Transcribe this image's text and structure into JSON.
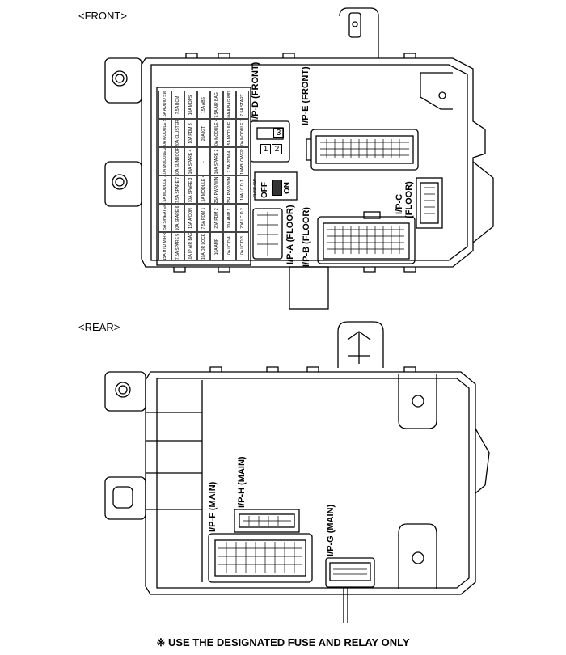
{
  "views": {
    "front_label": "<FRONT>",
    "rear_label": "<REAR>"
  },
  "front_connectors": {
    "ip_d": "I/P-D (FRONT)",
    "ip_e": "I/P-E (FRONT)",
    "ip_c_line1": "I/P-C",
    "ip_c_line2": "(FLOOR)",
    "ip_a": "I/P-A (FLOOR)",
    "ip_b": "I/P-B (FLOOR)"
  },
  "relay_pins": [
    "1",
    "2",
    "3"
  ],
  "fuse_switch": {
    "title": "FUSE SW",
    "off": "OFF",
    "on": "ON"
  },
  "fuses": [
    [
      "7.5A AUDIO SW",
      "10A MODULE 5",
      "10A MODULE 2",
      "7.5A MODULE 7",
      "7.5A S/HEATER",
      "15A HTD MIRR"
    ],
    [
      "7.5A BCM",
      "20A CLUSTER",
      "10A SUNROOF",
      "7.5A SPARE 7",
      "10A SPARE 6",
      "7.5A SPARE 5"
    ],
    [
      "10A MDPS",
      "10A PDM 3",
      "10A SPARE 4",
      "10A SPARE 3",
      "15A A/CON",
      "10A IP AIR BAG"
    ],
    [
      "15A ABS",
      "20A IGT",
      "-",
      "7.5A MODULE 4",
      "7.5A PDM 1",
      "10A DR LOCK"
    ],
    [
      "7.5A AIR BAG",
      "10A MODULE 4",
      "10A SPARE 2",
      "25A PWR/WIN",
      "20A PDM 2",
      "10A AMP"
    ],
    [
      "10A A/BAG IND",
      "7.5A MODULE 1",
      "7.5A PDM 4",
      "25A PWR/WIN",
      "10A AMP 1",
      "10A I.C.D 4"
    ],
    [
      "7.5A START",
      "10A MODULE 3",
      "10A BLOWER",
      "10A I.C.D 1",
      "20A I.C.D 2",
      "10A I.C.D 3"
    ]
  ],
  "rear_connectors": {
    "ip_f": "I/P-F (MAIN)",
    "ip_h": "I/P-H (MAIN)",
    "ip_g": "I/P-G (MAIN)"
  },
  "footer": "※ USE THE DESIGNATED FUSE AND RELAY ONLY"
}
